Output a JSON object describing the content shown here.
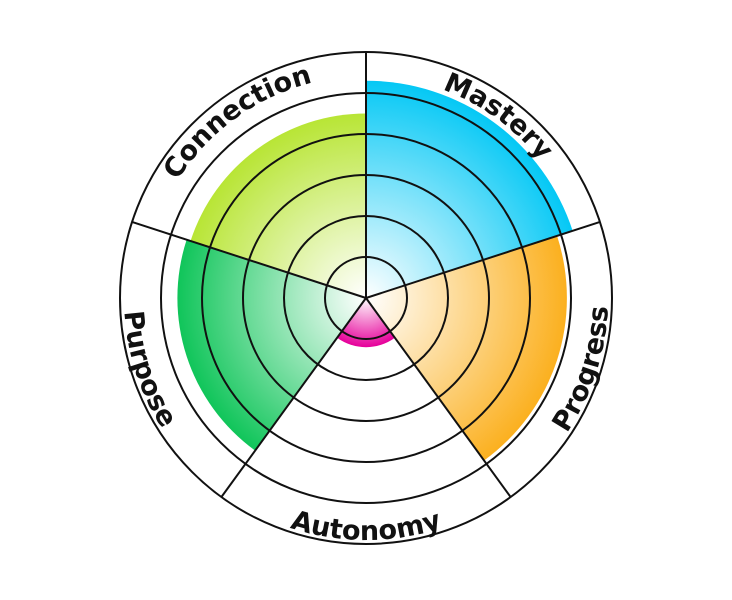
{
  "chart_data": {
    "type": "polar-area",
    "rings": 6,
    "max_value": 6,
    "categories": [
      "Mastery",
      "Progress",
      "Autonomy",
      "Purpose",
      "Connection"
    ],
    "values": [
      5.3,
      4.9,
      1.2,
      4.6,
      4.5
    ],
    "colors": {
      "Mastery": "#05c8f5",
      "Progress": "#fbb01f",
      "Autonomy": "#e6009a",
      "Purpose": "#10c55a",
      "Connection": "#b8e535"
    },
    "grid": true,
    "legend": "none"
  }
}
